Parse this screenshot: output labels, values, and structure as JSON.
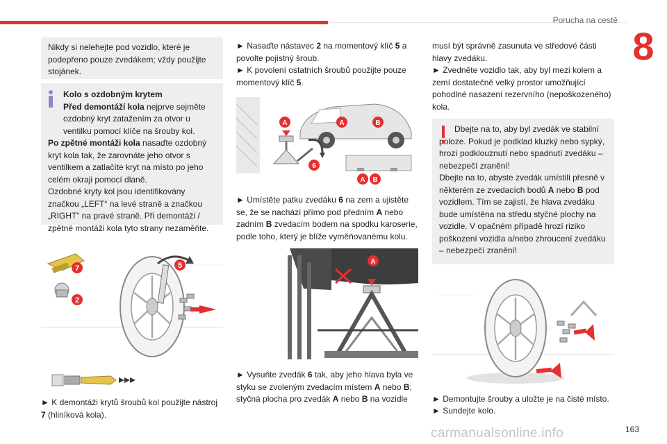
{
  "header": {
    "section_title": "Porucha na cestě",
    "chapter_number": "8"
  },
  "col1": {
    "note1": "Nikdy si nelehejte pod vozidlo, které je podepřeno pouze zvedákem; vždy použijte stojánek.",
    "info": {
      "title": "Kolo s ozdobným krytem",
      "p1_bold": "Před demontáží kola",
      "p1_rest": " nejprve sejměte ozdobný kryt zatažením za otvor u ventilku pomocí klíče na šrouby kol.",
      "p2_bold": "Po zpětné montáži kola",
      "p2_rest": " nasaďte ozdobný kryt kola tak, že zarovnáte jeho otvor s ventilkem a zatlačíte kryt na místo po jeho celém okraji pomocí dlaně.",
      "p3": "Ozdobné kryty kol jsou identifikovány značkou „LEFT“ na levé straně a značkou „RIGHT“ na pravé straně. Při demontáži / zpětné montáži kola tyto strany nezaměňte."
    },
    "fig_labels": {
      "seven": "7",
      "two": "2",
      "five": "5"
    },
    "step": {
      "arrow": "►",
      "text_a": " K demontáži krytů šroubů kol použijte nástroj ",
      "num": "7",
      "text_b": " (hliníková kola)."
    }
  },
  "col2": {
    "step1": {
      "arrow": "►",
      "a": " Nasaďte nástavec ",
      "n1": "2",
      "b": " na momentový klíč ",
      "n2": "5",
      "c": " a povolte pojistný šroub."
    },
    "step2": {
      "arrow": "►",
      "a": " K povolení ostatních šroubů použijte pouze momentový klíč ",
      "n1": "5",
      "b": "."
    },
    "fig1_labels": {
      "a": "A",
      "b": "B",
      "six": "6"
    },
    "step3": {
      "arrow": "►",
      "a": " Umístěte patku zvedáku ",
      "n1": "6",
      "b": " na zem a ujistěte se, že se nachází přímo pod předním ",
      "l1": "A",
      "c": " nebo zadním ",
      "l2": "B",
      "d": " zvedacím bodem na spodku karoserie, podle toho, který je blíže vyměňovanému kolu."
    },
    "fig2_labels": {
      "a": "A"
    },
    "step4": {
      "arrow": "►",
      "a": " Vysuňte zvedák ",
      "n1": "6",
      "b": " tak, aby jeho hlava byla ve styku se zvoleným zvedacím místem ",
      "l1": "A",
      "c": " nebo ",
      "l2": "B",
      "d": "; styčná plocha pro zvedák ",
      "l3": "A",
      "e": " nebo ",
      "l4": "B",
      "f": " na vozidle"
    }
  },
  "col3": {
    "cont": "musí být správně zasunuta ve středové části hlavy zvedáku.",
    "step5": {
      "arrow": "►",
      "text": " Zvedněte vozidlo tak, aby byl mezi kolem a zemí dostatečně velký prostor umožňující pohodlné nasazení rezervního (nepoškozeného) kola."
    },
    "warning": {
      "a": "Dbejte na to, aby byl zvedák ve stabilní poloze. Pokud je podklad kluzký nebo sypký, hrozí podklouznutí nebo spadnutí zvedáku – nebezpečí zranění!",
      "b1": "Dbejte na to, abyste zvedák umístili přesně v některém ze zvedacích bodů ",
      "bA": "A",
      "b2": " nebo ",
      "bB": "B",
      "b3": " pod vozidlem. Tím se zajistí, že hlava zvedáku bude umístěna na středu styčné plochy na vozidle. V opačném případě hrozí riziko poškození vozidla a/nebo zhroucení zvedáku – nebezpečí zranění!"
    },
    "step6": {
      "arrow": "►",
      "text": " Demontujte šrouby a uložte je na čisté místo."
    },
    "step7": {
      "arrow": "►",
      "text": " Sundejte kolo."
    }
  },
  "footer": {
    "page_number": "163",
    "watermark": "carmanualsonline.info"
  },
  "colors": {
    "accent": "#e4302f",
    "info_icon": "#8a8ac4",
    "box_bg": "#eeeeee"
  }
}
